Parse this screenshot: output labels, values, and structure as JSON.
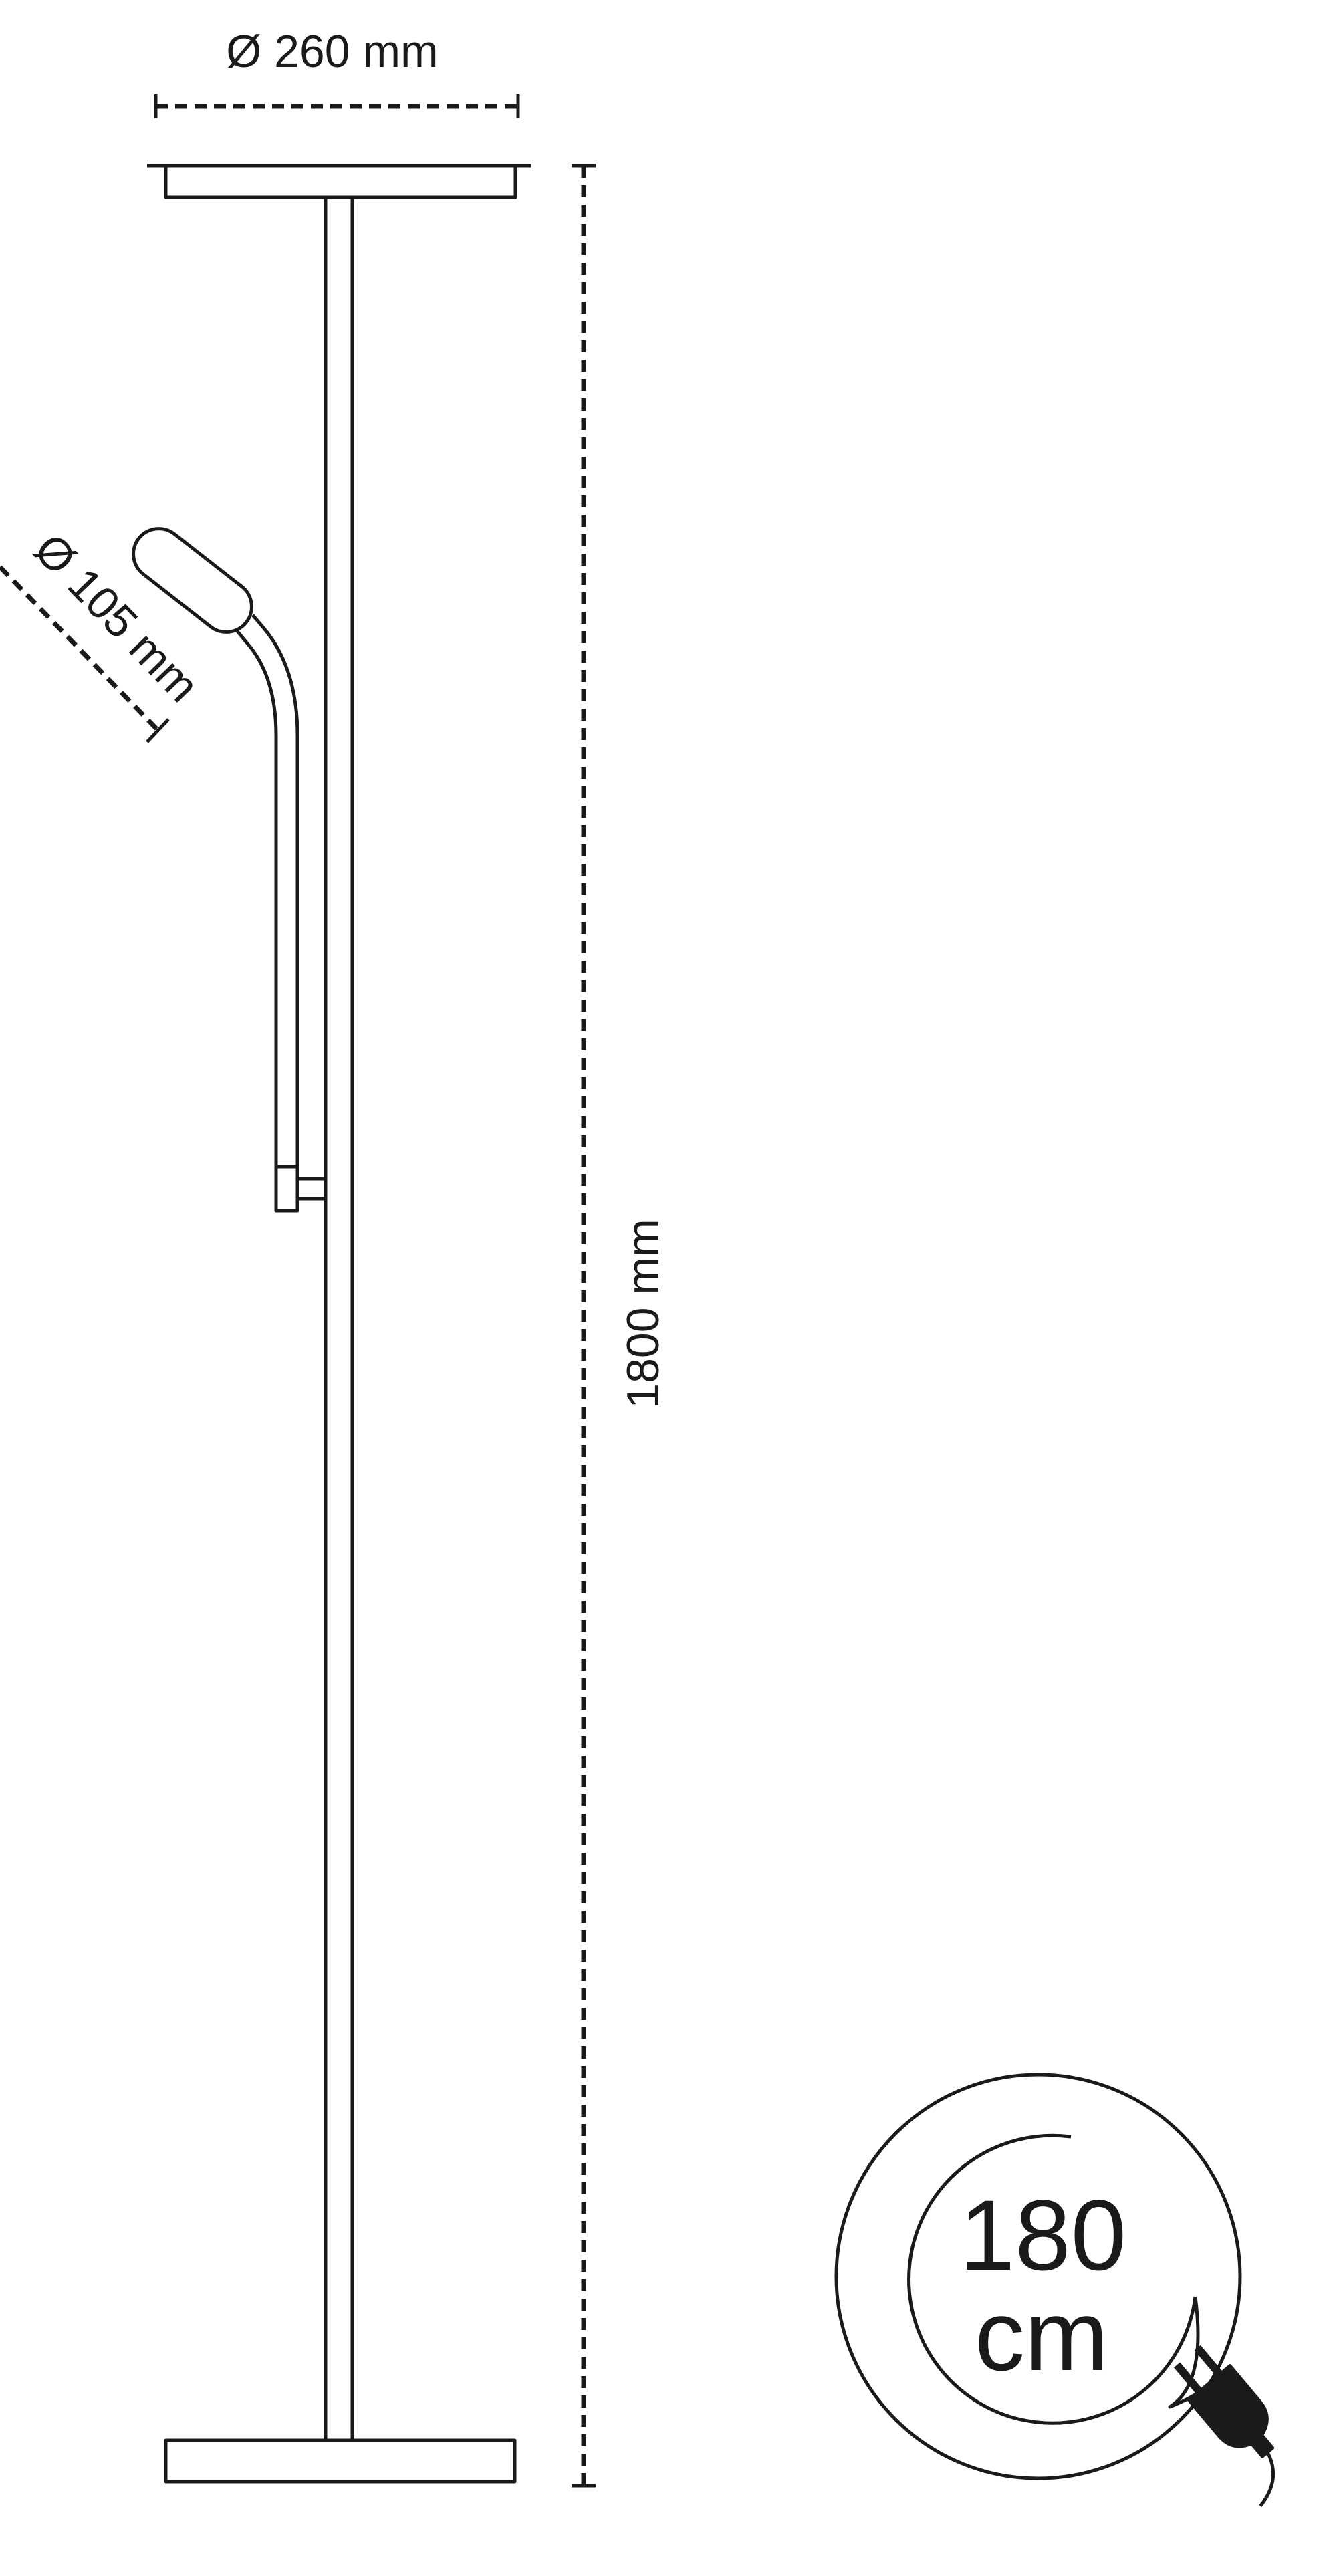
{
  "dimensions": {
    "top_diameter": "Ø 260 mm",
    "reading_head_diameter": "Ø 105 mm",
    "height": "1800 mm"
  },
  "cable": {
    "length_value": "180",
    "length_unit": "cm",
    "icon": "plug-icon"
  },
  "colors": {
    "line": "#1a1a1a",
    "background": "#ffffff"
  }
}
